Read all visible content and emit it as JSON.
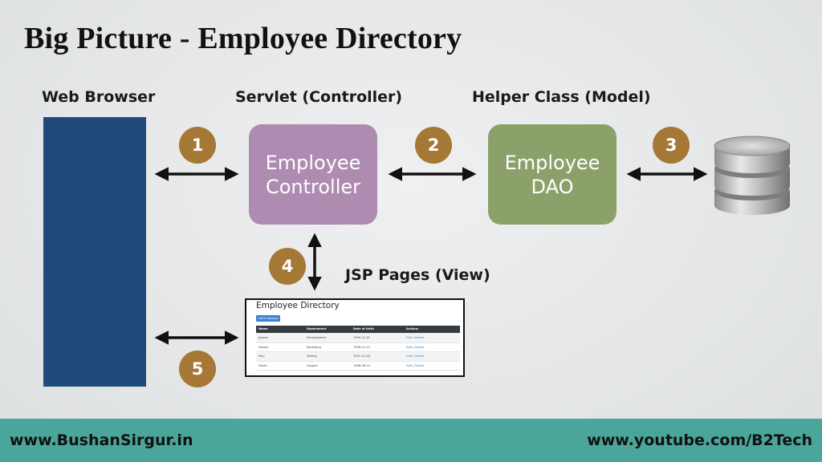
{
  "title": "Big Picture - Employee Directory",
  "labels": {
    "web_browser": "Web Browser",
    "servlet": "Servlet (Controller)",
    "helper": "Helper Class (Model)",
    "jsp_pages": "JSP Pages (View)"
  },
  "boxes": {
    "controller": {
      "line1": "Employee",
      "line2": "Controller",
      "color": "#ae8bb1"
    },
    "dao": {
      "line1": "Employee",
      "line2": "DAO",
      "color": "#8ca16a"
    }
  },
  "steps": [
    "1",
    "2",
    "3",
    "4",
    "5"
  ],
  "colors": {
    "browser": "#1f4a7a",
    "badge": "#a57836",
    "footer": "#4aa59a"
  },
  "jsp_preview": {
    "title": "Employee Directory",
    "button": "Add Employee",
    "headers": [
      "Name",
      "Department",
      "Date of birth",
      "Actions"
    ],
    "rows": [
      [
        "Joseph",
        "Development",
        "1994-12-31",
        "Edit",
        "Delete"
      ],
      [
        "Naresh",
        "Marketing",
        "1996-12-12",
        "Edit",
        "Delete"
      ],
      [
        "Paul",
        "Testing",
        "1991-12-18",
        "Edit",
        "Delete"
      ],
      [
        "David",
        "Support",
        "1988-08-14",
        "Edit",
        "Delete"
      ]
    ]
  },
  "footer": {
    "left": "www.BushanSirgur.in",
    "right": "www.youtube.com/B2Tech"
  }
}
